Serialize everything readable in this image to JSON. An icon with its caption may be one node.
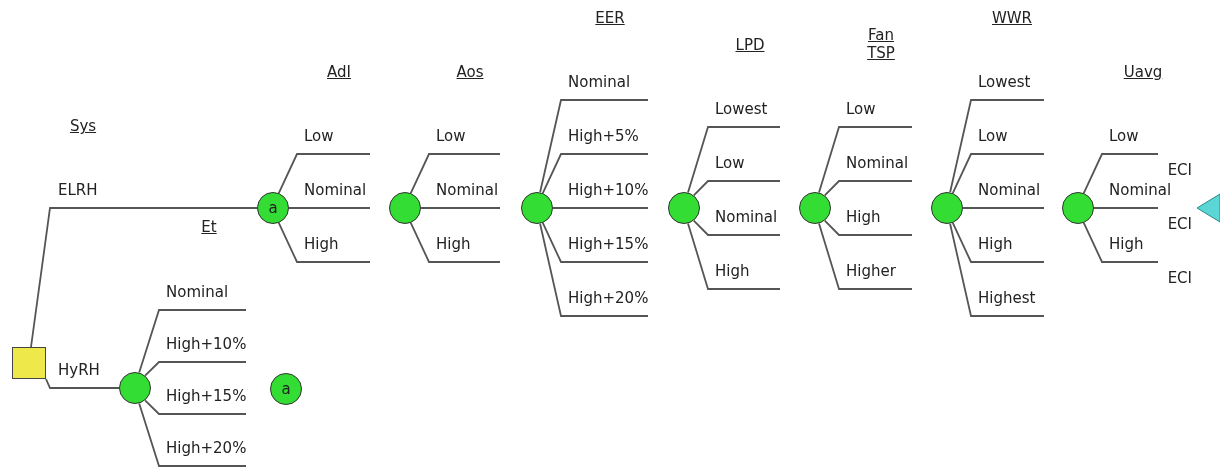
{
  "diagram": {
    "nodes": [
      {
        "text": [],
        "shape": "box"
      },
      {
        "text": [],
        "shape": "circle"
      },
      {
        "text": [
          "a"
        ]
      },
      {
        "text": [
          "a"
        ]
      },
      {
        "text": [],
        "shape": "circle"
      },
      {
        "text": [],
        "shape": "circle"
      },
      {
        "text": [],
        "shape": "circle"
      },
      {
        "text": [],
        "shape": "circle"
      },
      {
        "text": [],
        "shape": "circle"
      },
      {
        "text": [],
        "shape": "circle"
      },
      {
        "text": [],
        "shape": "triangle"
      }
    ],
    "edges": [
      {
        "from": 0,
        "to": 2,
        "label": "ELRH",
        "arrow": "none"
      },
      {
        "from": 0,
        "to": 1,
        "label": "HyRH",
        "arrow": "none"
      },
      {
        "from": 1,
        "to": null,
        "label": "Nominal",
        "arrow": "none"
      },
      {
        "from": 1,
        "to": null,
        "label": "High+10%",
        "arrow": "none"
      },
      {
        "from": 1,
        "to": null,
        "label": "High+15%",
        "arrow": "none"
      },
      {
        "from": 1,
        "to": null,
        "label": "High+20%",
        "arrow": "none"
      },
      {
        "from": 2,
        "to": null,
        "label": "Low",
        "arrow": "none"
      },
      {
        "from": 2,
        "to": null,
        "label": "Nominal",
        "arrow": "none"
      },
      {
        "from": 2,
        "to": null,
        "label": "High",
        "arrow": "none"
      },
      {
        "from": 4,
        "to": null,
        "label": "Low",
        "arrow": "none"
      },
      {
        "from": 4,
        "to": null,
        "label": "Nominal",
        "arrow": "none"
      },
      {
        "from": 4,
        "to": null,
        "label": "High",
        "arrow": "none"
      },
      {
        "from": 5,
        "to": null,
        "label": "Nominal",
        "arrow": "none"
      },
      {
        "from": 5,
        "to": null,
        "label": "High+5%",
        "arrow": "none"
      },
      {
        "from": 5,
        "to": null,
        "label": "High+10%",
        "arrow": "none"
      },
      {
        "from": 5,
        "to": null,
        "label": "High+15%",
        "arrow": "none"
      },
      {
        "from": 5,
        "to": null,
        "label": "High+20%",
        "arrow": "none"
      },
      {
        "from": 6,
        "to": null,
        "label": "Lowest",
        "arrow": "none"
      },
      {
        "from": 6,
        "to": null,
        "label": "Low",
        "arrow": "none"
      },
      {
        "from": 6,
        "to": null,
        "label": "Nominal",
        "arrow": "none"
      },
      {
        "from": 6,
        "to": null,
        "label": "High",
        "arrow": "none"
      },
      {
        "from": 7,
        "to": null,
        "label": "Low",
        "arrow": "none"
      },
      {
        "from": 7,
        "to": null,
        "label": "Nominal",
        "arrow": "none"
      },
      {
        "from": 7,
        "to": null,
        "label": "High",
        "arrow": "none"
      },
      {
        "from": 7,
        "to": null,
        "label": "Higher",
        "arrow": "none"
      },
      {
        "from": 8,
        "to": null,
        "label": "Lowest",
        "arrow": "none"
      },
      {
        "from": 8,
        "to": null,
        "label": "Low",
        "arrow": "none"
      },
      {
        "from": 8,
        "to": null,
        "label": "Nominal",
        "arrow": "none"
      },
      {
        "from": 8,
        "to": null,
        "label": "High",
        "arrow": "none"
      },
      {
        "from": 8,
        "to": null,
        "label": "Highest",
        "arrow": "none"
      },
      {
        "from": 9,
        "to": null,
        "label": "Low",
        "arrow": "none"
      },
      {
        "from": 9,
        "to": null,
        "label": "Nominal",
        "arrow": "none"
      },
      {
        "from": 9,
        "to": null,
        "label": "High",
        "arrow": "none"
      }
    ],
    "labels": [
      "Sys",
      "Et",
      "AdI",
      "Aos",
      "EER",
      "LPD",
      "Fan TSP",
      "WWR",
      "Uavg",
      "ECI",
      "ECI",
      "ECI"
    ]
  }
}
